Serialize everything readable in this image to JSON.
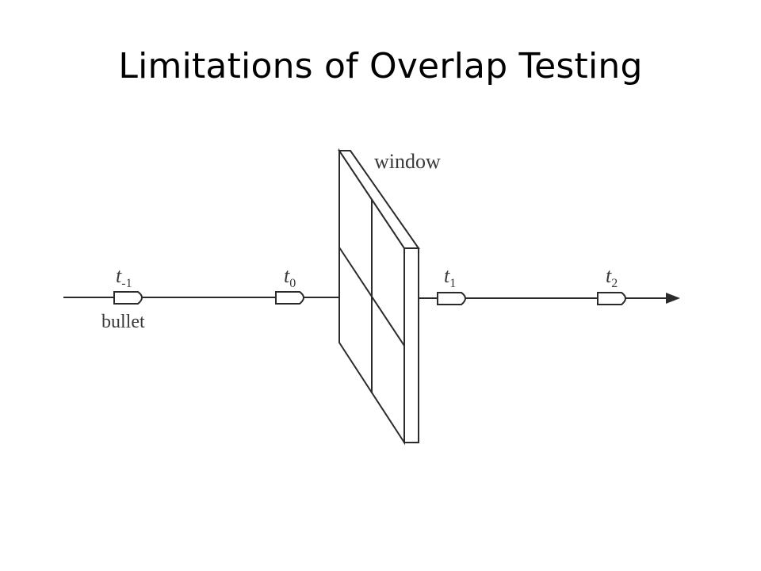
{
  "slide": {
    "title": "Limitations of Overlap Testing"
  },
  "figure": {
    "window_label": "window",
    "bullet_label": "bullet",
    "time_labels": [
      {
        "var": "t",
        "sub": "-1"
      },
      {
        "var": "t",
        "sub": "0"
      },
      {
        "var": "t",
        "sub": "1"
      },
      {
        "var": "t",
        "sub": "2"
      }
    ],
    "colors": {
      "stroke": "#2b2b2b",
      "label": "#3a3a3a"
    }
  }
}
